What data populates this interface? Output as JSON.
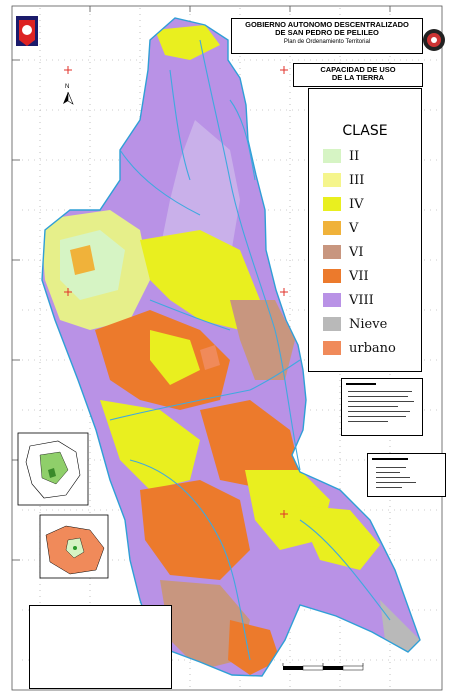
{
  "header": {
    "line1": "GOBIERNO AUTONOMO DESCENTRALIZADO",
    "line2": "DE SAN PEDRO DE PELILEO",
    "line3": "Plan de Ordenamiento Territorial"
  },
  "map_title": {
    "line1": "CAPACIDAD DE USO",
    "line2": "DE LA TIERRA"
  },
  "north_label": "N",
  "legend": {
    "title": "CLASE",
    "items": [
      {
        "label": "II",
        "color": "#d6f4c4"
      },
      {
        "label": "III",
        "color": "#f5f58c"
      },
      {
        "label": "IV",
        "color": "#e9ef1f"
      },
      {
        "label": "V",
        "color": "#f0b23a"
      },
      {
        "label": "VI",
        "color": "#c8967f"
      },
      {
        "label": "VII",
        "color": "#ec7a2c"
      },
      {
        "label": "VIII",
        "color": "#b992e6"
      },
      {
        "label": "Nieve",
        "color": "#b9b9b9"
      },
      {
        "label": "urbano",
        "color": "#f08a5a"
      }
    ]
  },
  "colors": {
    "river": "#3fa9df",
    "grid": "#8a8a8a",
    "crosshair": "#e0302a",
    "boundary": "#2f9fd6"
  }
}
